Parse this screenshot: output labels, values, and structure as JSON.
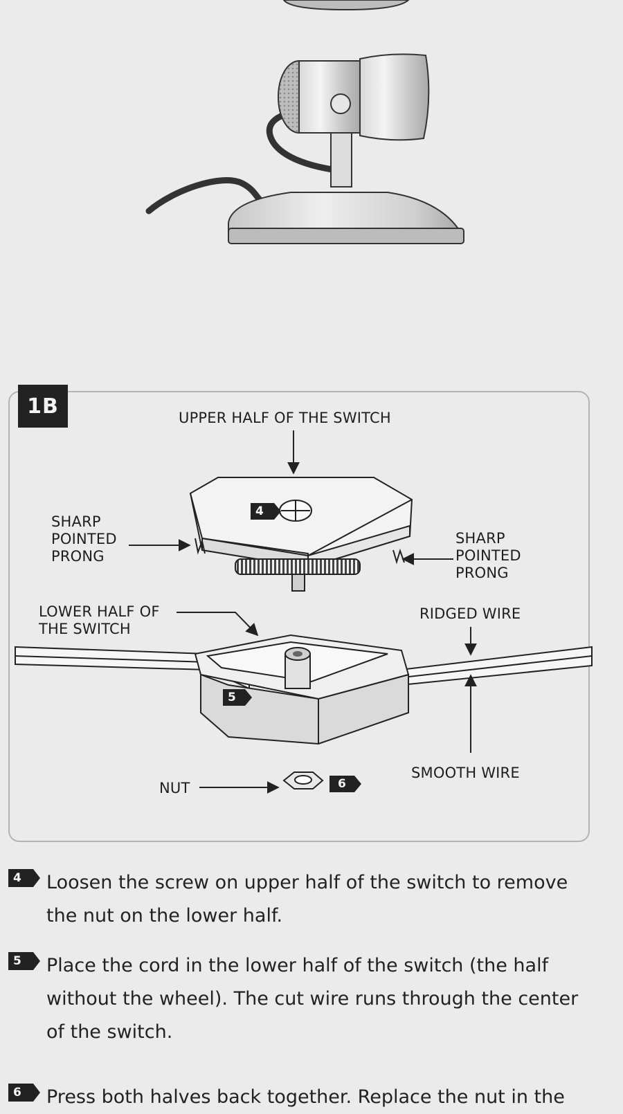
{
  "figure": {
    "id": "1B",
    "labels": {
      "upper_half": "UPPER HALF OF THE SWITCH",
      "prong_left": "SHARP\nPOINTED\nPRONG",
      "prong_right": "SHARP\nPOINTED\nPRONG",
      "lower_half": "LOWER HALF OF\nTHE SWITCH",
      "ridged_wire": "RIDGED WIRE",
      "smooth_wire": "SMOOTH WIRE",
      "nut": "NUT"
    },
    "callouts": {
      "screw": "4",
      "cord_channel": "5",
      "nut": "6"
    }
  },
  "steps": [
    {
      "num": "4",
      "text": "Loosen the screw on upper half of the switch to remove the nut on the lower half."
    },
    {
      "num": "5",
      "text": "Place the cord in the lower half of the switch (the half without the wheel). The cut wire runs through the center of the switch."
    },
    {
      "num": "6",
      "text": "Press both halves back together. Replace the nut in the"
    }
  ]
}
